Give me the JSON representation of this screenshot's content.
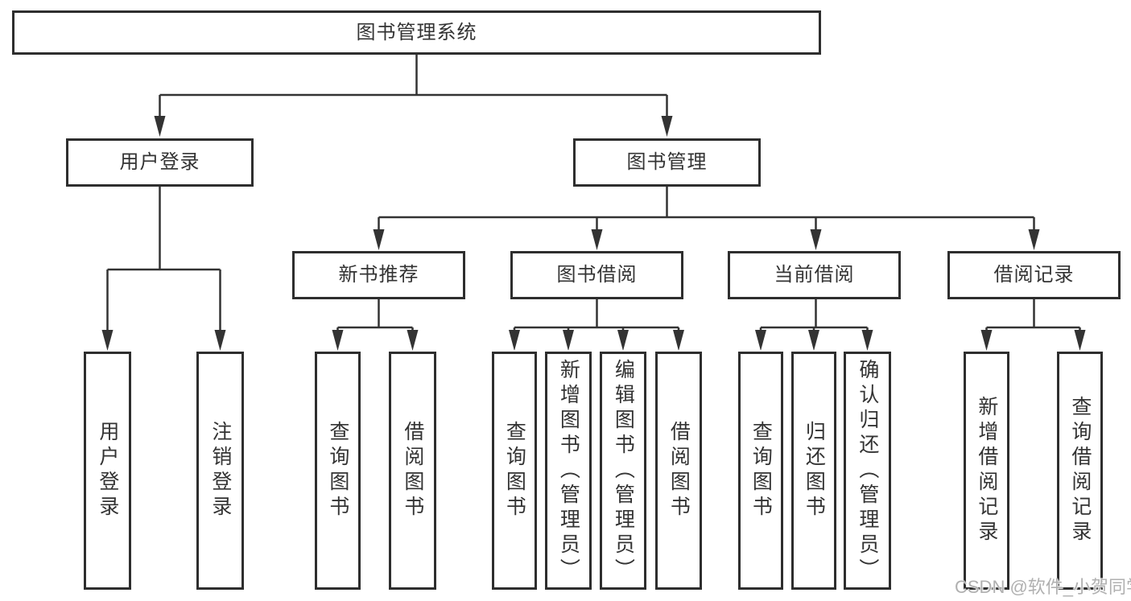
{
  "diagram": {
    "root": {
      "label": "图书管理系统"
    },
    "branches": [
      {
        "label": "用户登录",
        "children": [
          {
            "label": "用户登录"
          },
          {
            "label": "注销登录"
          }
        ]
      },
      {
        "label": "图书管理",
        "children": [
          {
            "label": "新书推荐",
            "children": [
              {
                "label": "查询图书"
              },
              {
                "label": "借阅图书"
              }
            ]
          },
          {
            "label": "图书借阅",
            "children": [
              {
                "label": "查询图书"
              },
              {
                "label": "新增图书（管理员）"
              },
              {
                "label": "编辑图书（管理员）"
              },
              {
                "label": "借阅图书"
              }
            ]
          },
          {
            "label": "当前借阅",
            "children": [
              {
                "label": "查询图书"
              },
              {
                "label": "归还图书"
              },
              {
                "label": "确认归还（管理员）"
              }
            ]
          },
          {
            "label": "借阅记录",
            "children": [
              {
                "label": "新增借阅记录"
              },
              {
                "label": "查询借阅记录"
              }
            ]
          }
        ]
      }
    ]
  },
  "watermark": {
    "text": "CSDN @软件_小贺同学"
  },
  "colors": {
    "line": "#333333",
    "box_border": "#2e2e2e",
    "text": "#333333",
    "watermark": "#b0b0b0",
    "background": "#ffffff"
  }
}
